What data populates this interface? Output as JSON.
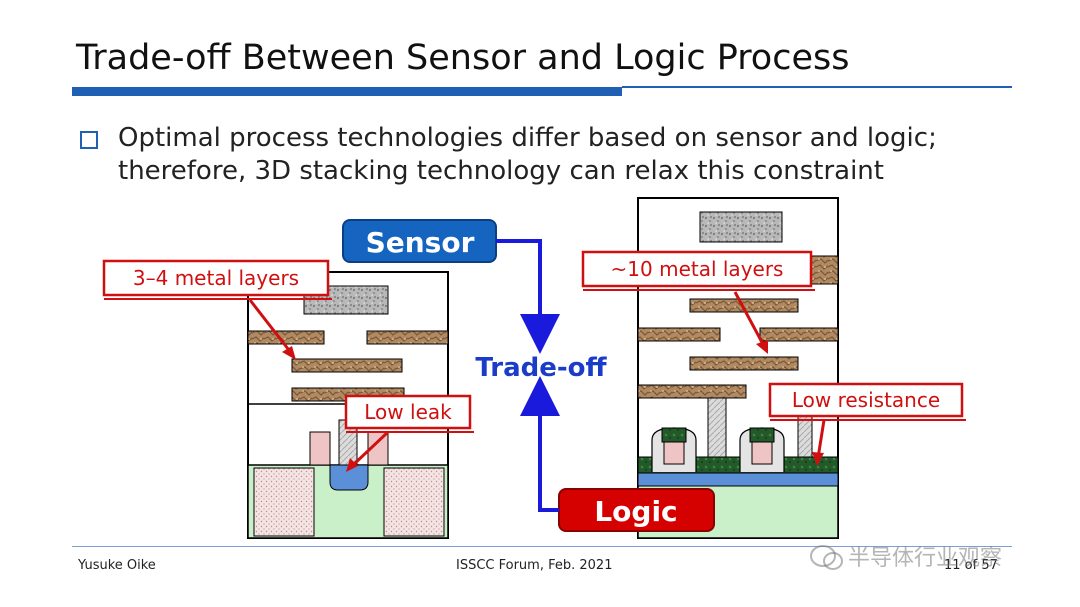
{
  "slide": {
    "title": "Trade-off Between Sensor and Logic Process",
    "bullet_line1": "Optimal process technologies differ based on sensor and logic;",
    "bullet_line2": "therefore, 3D stacking technology can relax this constraint"
  },
  "diagram": {
    "sensor_label": "Sensor",
    "logic_label": "Logic",
    "tradeoff_label": "Trade-off",
    "left_layers_label": "3–4 metal layers",
    "left_leak_label": "Low leak",
    "right_layers_label": "~10 metal layers",
    "right_resistance_label": "Low resistance",
    "colors": {
      "sensor_box": "#1565c0",
      "logic_box": "#d50000",
      "arrow": "#1a1adc",
      "callout_red": "#d01010",
      "tradeoff_text": "#1a3cc8"
    }
  },
  "footer": {
    "author": "Yusuke Oike",
    "event": "ISSCC Forum, Feb. 2021",
    "page": "11 of 57"
  },
  "watermark": {
    "text": "半导体行业观察"
  }
}
